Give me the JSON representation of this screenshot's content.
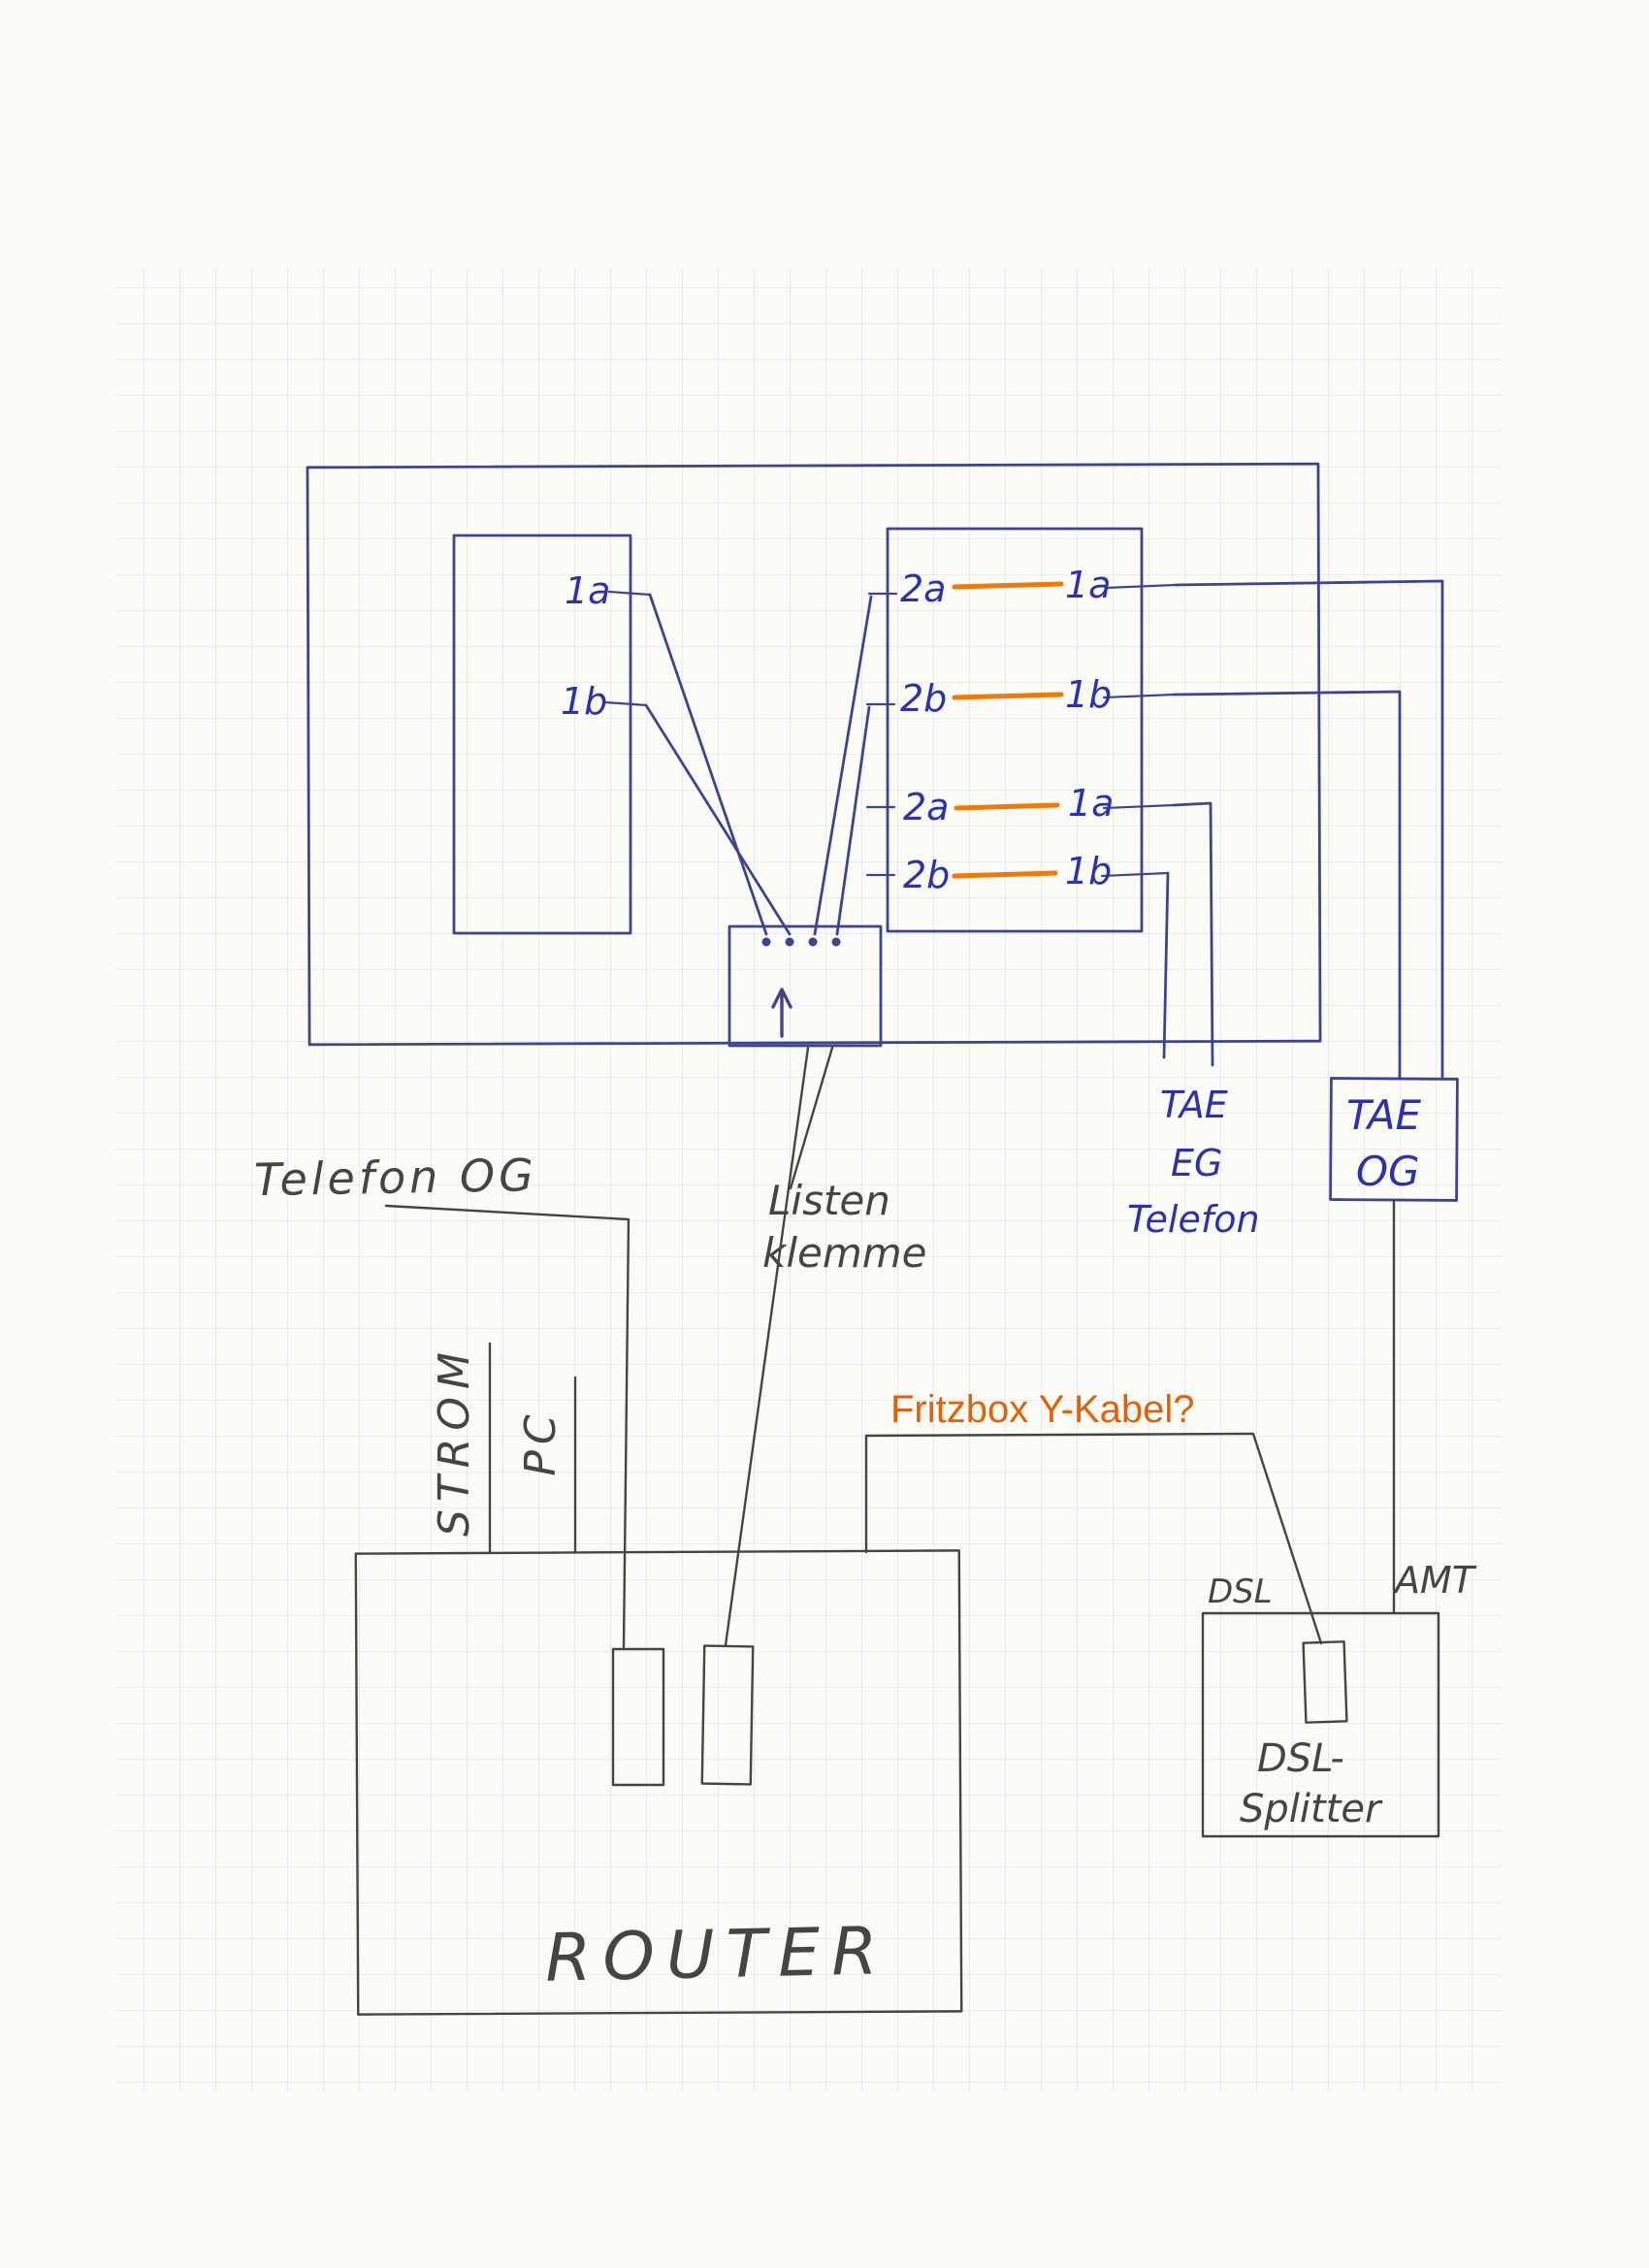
{
  "colors": {
    "pen": "#3e4590",
    "ink": "#2c31ae",
    "pencil": "#47453f",
    "orange": "#f0790a",
    "orange-text": "#e2620a",
    "grid": "#ccd3e2",
    "paper": "#fbfbf8"
  },
  "terminals": {
    "left": [
      "1a",
      "1b"
    ],
    "right_pairs": [
      {
        "from": "2a",
        "to": "1a"
      },
      {
        "from": "2b",
        "to": "1b"
      },
      {
        "from": "2a",
        "to": "1a"
      },
      {
        "from": "2b",
        "to": "1b"
      }
    ]
  },
  "labels": {
    "telefon_og": "Telefon OG",
    "listenklemme": [
      "Listen",
      "klemme"
    ],
    "tae_eg_telefon": [
      "TAE",
      "EG",
      "Telefon"
    ],
    "tae_og": [
      "TAE",
      "OG"
    ],
    "strom": "STROM",
    "pc": "PC",
    "router": "ROUTER",
    "fritzbox_y_kabel": "Fritzbox Y-Kabel?",
    "dsl": "DSL",
    "amt": "AMT",
    "dsl_splitter": [
      "DSL-",
      "Splitter"
    ]
  }
}
